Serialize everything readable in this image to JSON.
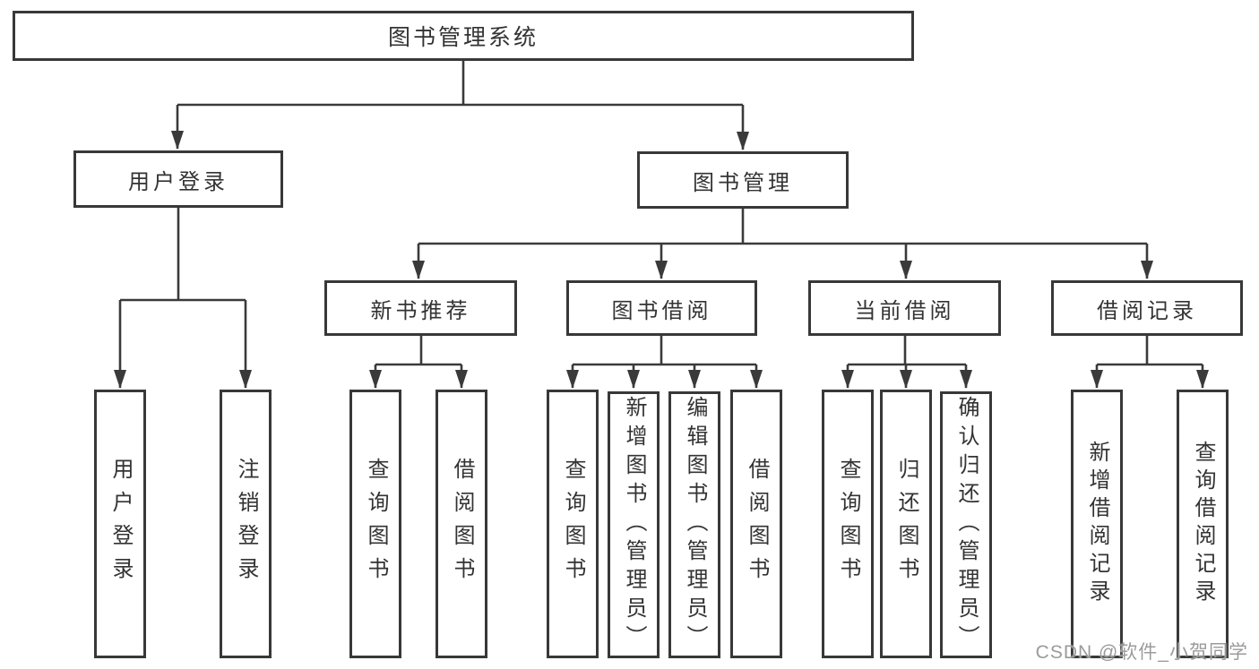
{
  "tree": {
    "label": "图书管理系统",
    "children": [
      {
        "label": "用户登录",
        "children": [
          {
            "label": "用户登录"
          },
          {
            "label": "注销登录"
          }
        ]
      },
      {
        "label": "图书管理",
        "children": [
          {
            "label": "新书推荐",
            "children": [
              {
                "label": "查询图书"
              },
              {
                "label": "借阅图书"
              }
            ]
          },
          {
            "label": "图书借阅",
            "children": [
              {
                "label": "查询图书"
              },
              {
                "label": "新增图书（管理员）"
              },
              {
                "label": "编辑图书（管理员）"
              },
              {
                "label": "借阅图书"
              }
            ]
          },
          {
            "label": "当前借阅",
            "children": [
              {
                "label": "查询图书"
              },
              {
                "label": "归还图书"
              },
              {
                "label": "确认归还（管理员）"
              }
            ]
          },
          {
            "label": "借阅记录",
            "children": [
              {
                "label": "新增借阅记录"
              },
              {
                "label": "查询借阅记录"
              }
            ]
          }
        ]
      }
    ]
  },
  "watermark": "CSDN @软件_小贺同学",
  "colors": {
    "line": "#3a3a3a",
    "border": "#383838",
    "text": "#333333",
    "background": "#ffffff",
    "watermark": "#9b9b9b"
  }
}
